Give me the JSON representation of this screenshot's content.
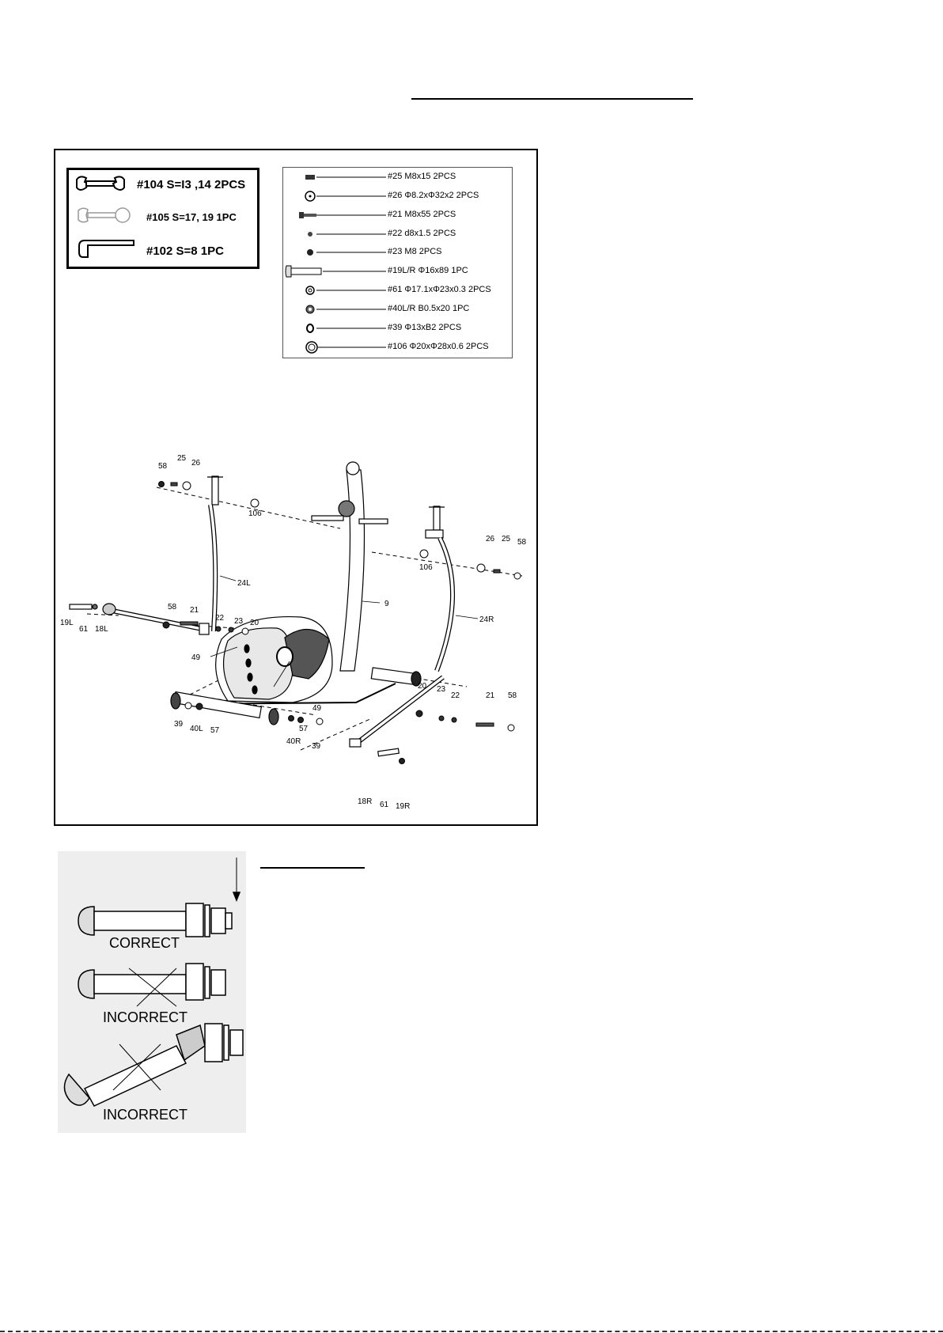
{
  "tools": [
    {
      "icon": "open-end-wrench-icon",
      "label": "#104 S=I3 ,14   2PCS"
    },
    {
      "icon": "flat-wrench-icon",
      "label": "#105 S=17, 19  1PC"
    },
    {
      "icon": "allen-key-icon",
      "label": "#102  S=8 1PC"
    }
  ],
  "hardware": [
    {
      "icon": "bolt-icon",
      "label": "#25  M8x15  2PCS"
    },
    {
      "icon": "washer-icon",
      "label": "#26  Φ8.2xΦ32x2 2PCS"
    },
    {
      "icon": "long-bolt-icon",
      "label": "#21  M8x55  2PCS"
    },
    {
      "icon": "spring-washer-icon",
      "label": "#22  d8x1.5  2PCS"
    },
    {
      "icon": "nut-icon",
      "label": "#23  M8    2PCS"
    },
    {
      "icon": "axle-icon",
      "label": "#19L/R  Φ16x89  1PC"
    },
    {
      "icon": "washer-icon",
      "label": "#61  Φ17.1xΦ23x0.3 2PCS"
    },
    {
      "icon": "bearing-icon",
      "label": "#40L/R  B0.5x20  1PC"
    },
    {
      "icon": "bushing-icon",
      "label": "#39  Φ13xB2  2PCS"
    },
    {
      "icon": "large-washer-icon",
      "label": "#106  Φ20xΦ28x0.6  2PCS"
    }
  ],
  "callouts": {
    "c58a": "58",
    "c25a": "25",
    "c26a": "26",
    "c106a": "106",
    "c24l": "24L",
    "c9": "9",
    "c106b": "106",
    "c26b": "26",
    "c25b": "25",
    "c58b": "58",
    "c24r": "24R",
    "c19l": "19L",
    "c61a": "61",
    "c18l": "18L",
    "c58c": "58",
    "c21a": "21",
    "c22a": "22",
    "c23a": "23",
    "c20a": "20",
    "c49a": "49",
    "c39a": "39",
    "c40l": "40L",
    "c57a": "57",
    "c49b": "49",
    "c57b": "57",
    "c40r": "40R",
    "c39b": "39",
    "c20b": "20",
    "c23b": "23",
    "c22b": "22",
    "c21b": "21",
    "c58d": "58",
    "c18r": "18R",
    "c61b": "61",
    "c19r": "19R"
  },
  "bolt_examples": [
    {
      "caption": "CORRECT"
    },
    {
      "caption": "INCORRECT"
    },
    {
      "caption": "INCORRECT"
    }
  ]
}
